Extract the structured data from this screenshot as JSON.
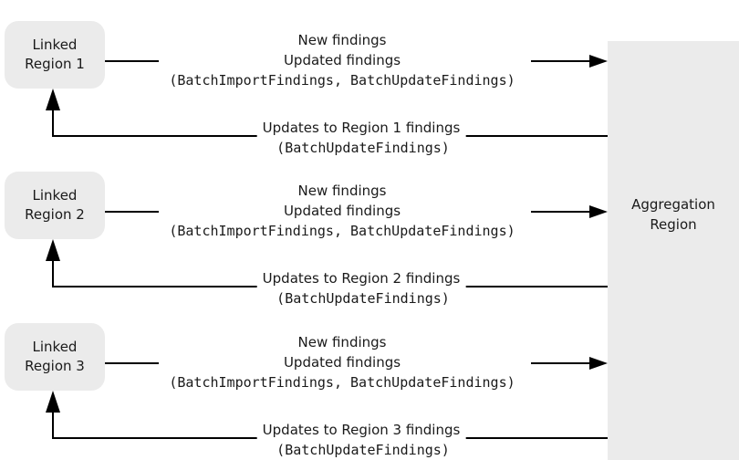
{
  "aggregation": {
    "line1": "Aggregation",
    "line2": "Region"
  },
  "rows": [
    {
      "region_line1": "Linked",
      "region_line2": "Region 1",
      "forward_line1": "New findings",
      "forward_line2": "Updated findings",
      "forward_code": "(BatchImportFindings, BatchUpdateFindings)",
      "return_label": "Updates to Region 1 findings",
      "return_code": "(BatchUpdateFindings)"
    },
    {
      "region_line1": "Linked",
      "region_line2": "Region 2",
      "forward_line1": "New findings",
      "forward_line2": "Updated findings",
      "forward_code": "(BatchImportFindings, BatchUpdateFindings)",
      "return_label": "Updates to Region 2 findings",
      "return_code": "(BatchUpdateFindings)"
    },
    {
      "region_line1": "Linked",
      "region_line2": "Region 3",
      "forward_line1": "New findings",
      "forward_line2": "Updated findings",
      "forward_code": "(BatchImportFindings, BatchUpdateFindings)",
      "return_label": "Updates to Region 3 findings",
      "return_code": "(BatchUpdateFindings)"
    }
  ],
  "colors": {
    "box_fill": "#ebebeb",
    "line": "#000000",
    "text": "#1a1a1a"
  }
}
